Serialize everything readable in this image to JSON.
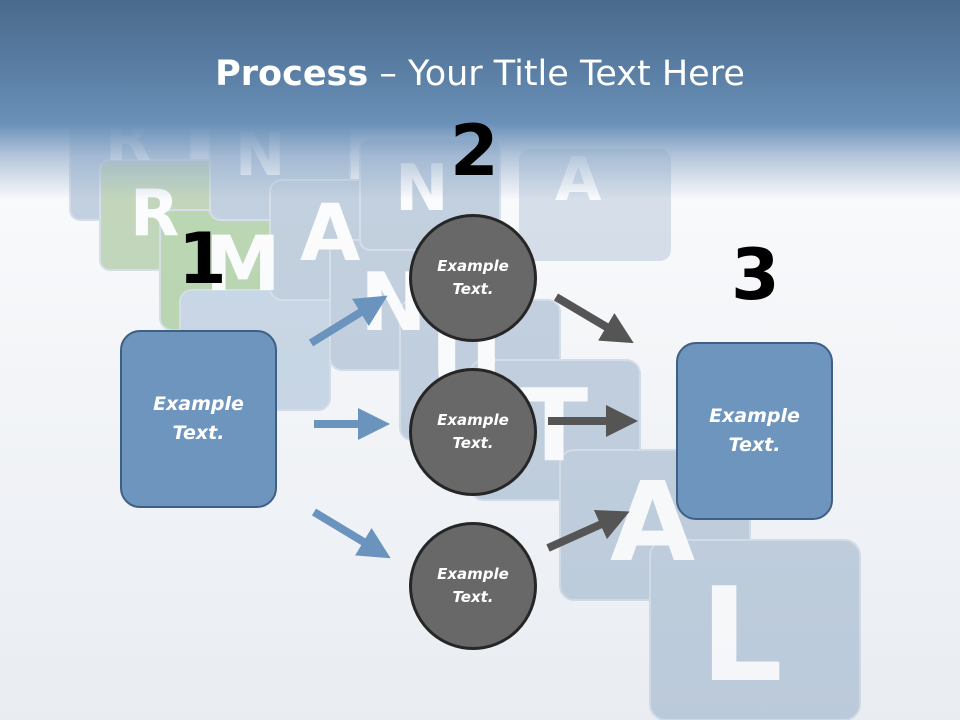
{
  "slide": {
    "title_bold": "Process",
    "title_rest": " – Your Title Text Here",
    "background_image": "letter-cubes-spelling-manual"
  },
  "steps": {
    "one": "1",
    "two": "2",
    "three": "3"
  },
  "nodes": {
    "left_box": {
      "line1": "Example",
      "line2": "Text."
    },
    "circle_top": {
      "line1": "Example",
      "line2": "Text."
    },
    "circle_middle": {
      "line1": "Example",
      "line2": "Text."
    },
    "circle_bottom": {
      "line1": "Example",
      "line2": "Text."
    },
    "right_box": {
      "line1": "Example",
      "line2": "Text."
    }
  },
  "colors": {
    "header": "#5a7ea4",
    "box_fill": "#6e95bd",
    "box_border": "#3f5f84",
    "circle_fill": "#686868",
    "circle_border": "#262626",
    "arrow_blue": "#6a93bd",
    "arrow_gray": "#555555"
  },
  "icons": {
    "arrow_in": "arrow-right-icon",
    "arrow_out": "arrow-right-icon"
  }
}
